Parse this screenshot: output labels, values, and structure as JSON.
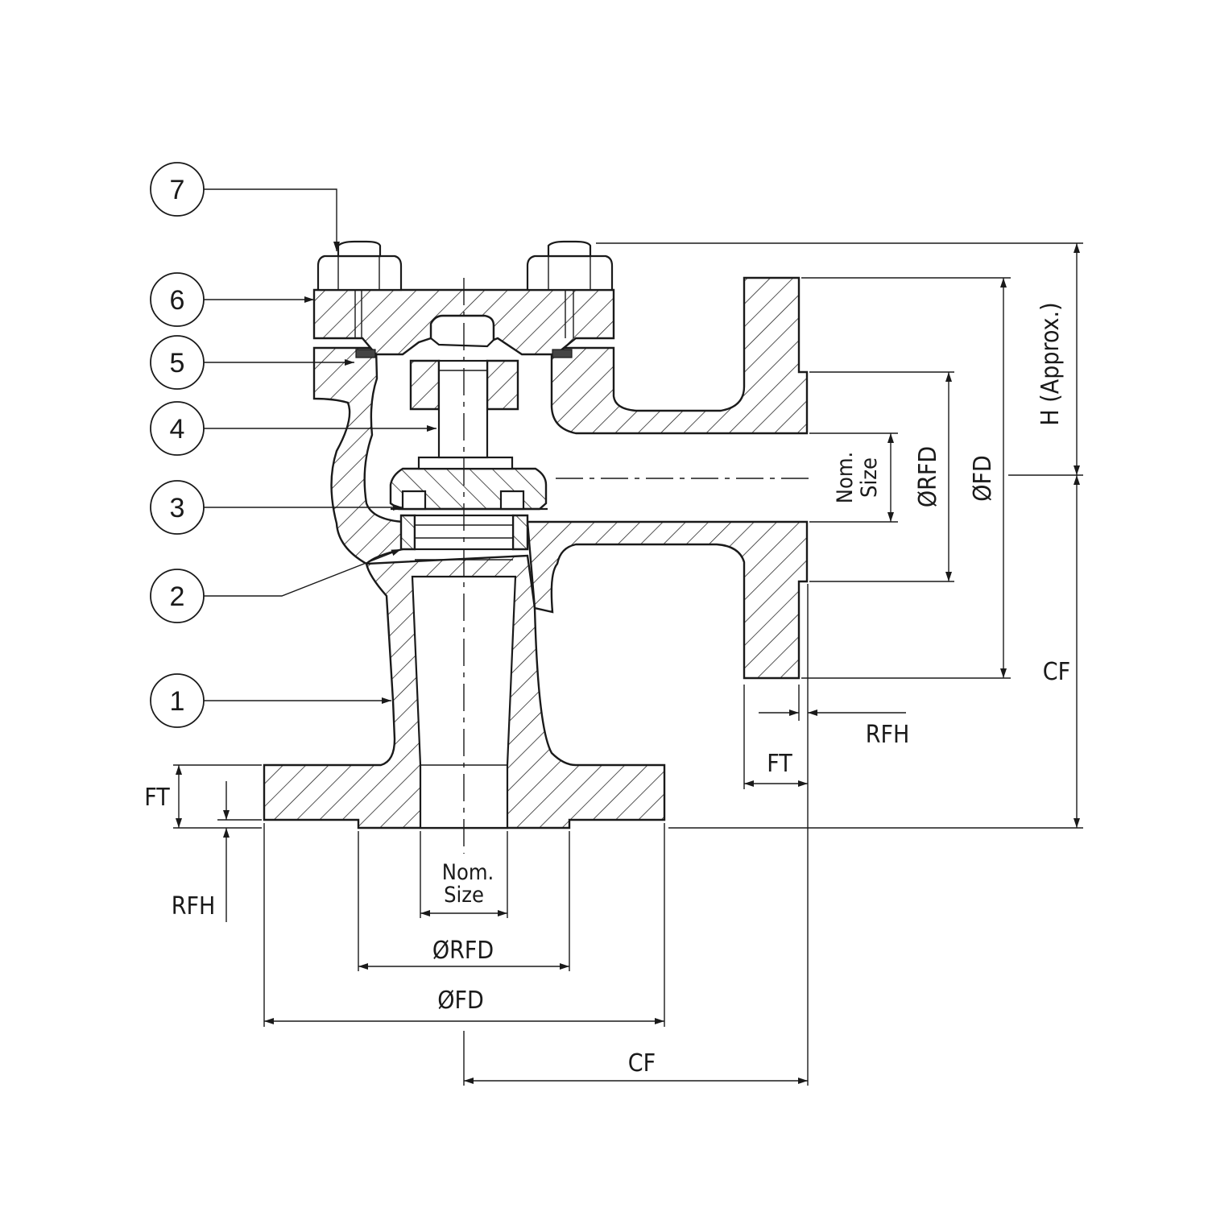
{
  "balloons": [
    {
      "id": "balloon-7",
      "number": "7"
    },
    {
      "id": "balloon-6",
      "number": "6"
    },
    {
      "id": "balloon-5",
      "number": "5"
    },
    {
      "id": "balloon-4",
      "number": "4"
    },
    {
      "id": "balloon-3",
      "number": "3"
    },
    {
      "id": "balloon-2",
      "number": "2"
    },
    {
      "id": "balloon-1",
      "number": "1"
    }
  ],
  "dimensions": {
    "bottom_nom_size_line1": "Nom.",
    "bottom_nom_size_line2": "Size",
    "bottom_rfd": "ØRFD",
    "bottom_fd": "ØFD",
    "bottom_cf": "CF",
    "bottom_ft": "FT",
    "bottom_rfh": "RFH",
    "side_nom_size_line1": "Nom.",
    "side_nom_size_line2": "Size",
    "side_rfd": "ØRFD",
    "side_fd": "ØFD",
    "side_cf": "CF",
    "side_ft": "FT",
    "side_rfh": "RFH",
    "height": "H (Approx.)"
  }
}
